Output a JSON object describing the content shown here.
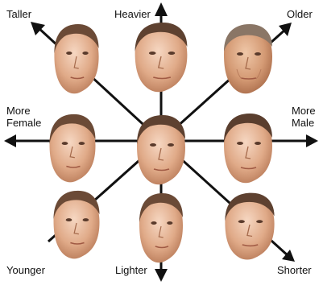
{
  "labels": {
    "taller": "Taller",
    "heavier": "Heavier",
    "older": "Older",
    "more_female_1": "More",
    "more_female_2": "Female",
    "more_male_1": "More",
    "more_male_2": "Male",
    "younger": "Younger",
    "lighter": "Lighter",
    "shorter": "Shorter"
  },
  "colors": {
    "arrow": "#111111",
    "skin_light": "#f2cdb4",
    "skin_mid": "#d9a07f",
    "skin_dark": "#a8694a",
    "hair": "#5a4030"
  }
}
